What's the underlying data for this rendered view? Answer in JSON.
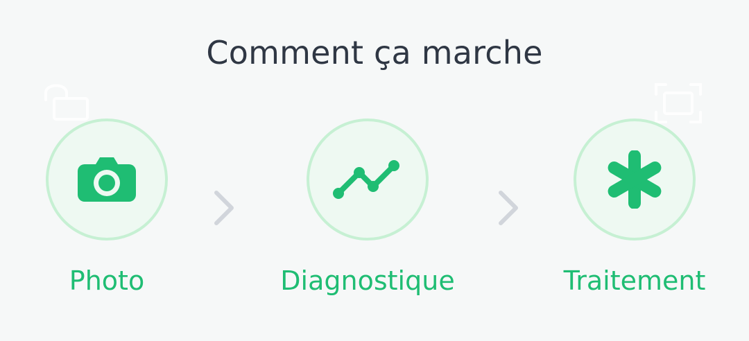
{
  "header": {
    "title": "Comment ça marche"
  },
  "steps": [
    {
      "label": "Photo",
      "icon": "camera-icon"
    },
    {
      "label": "Diagnostique",
      "icon": "line-chart-icon"
    },
    {
      "label": "Traitement",
      "icon": "asterisk-icon"
    }
  ],
  "overlay": {
    "left_icon": "lock-icon",
    "right_icon": "fullscreen-icon"
  },
  "colors": {
    "accent": "#1fbd73",
    "circle_fill": "#eef9f2",
    "circle_ring": "#c6f0d3",
    "title": "#2f3744",
    "chevron": "#d1d5db",
    "background": "#f6f8f8"
  }
}
